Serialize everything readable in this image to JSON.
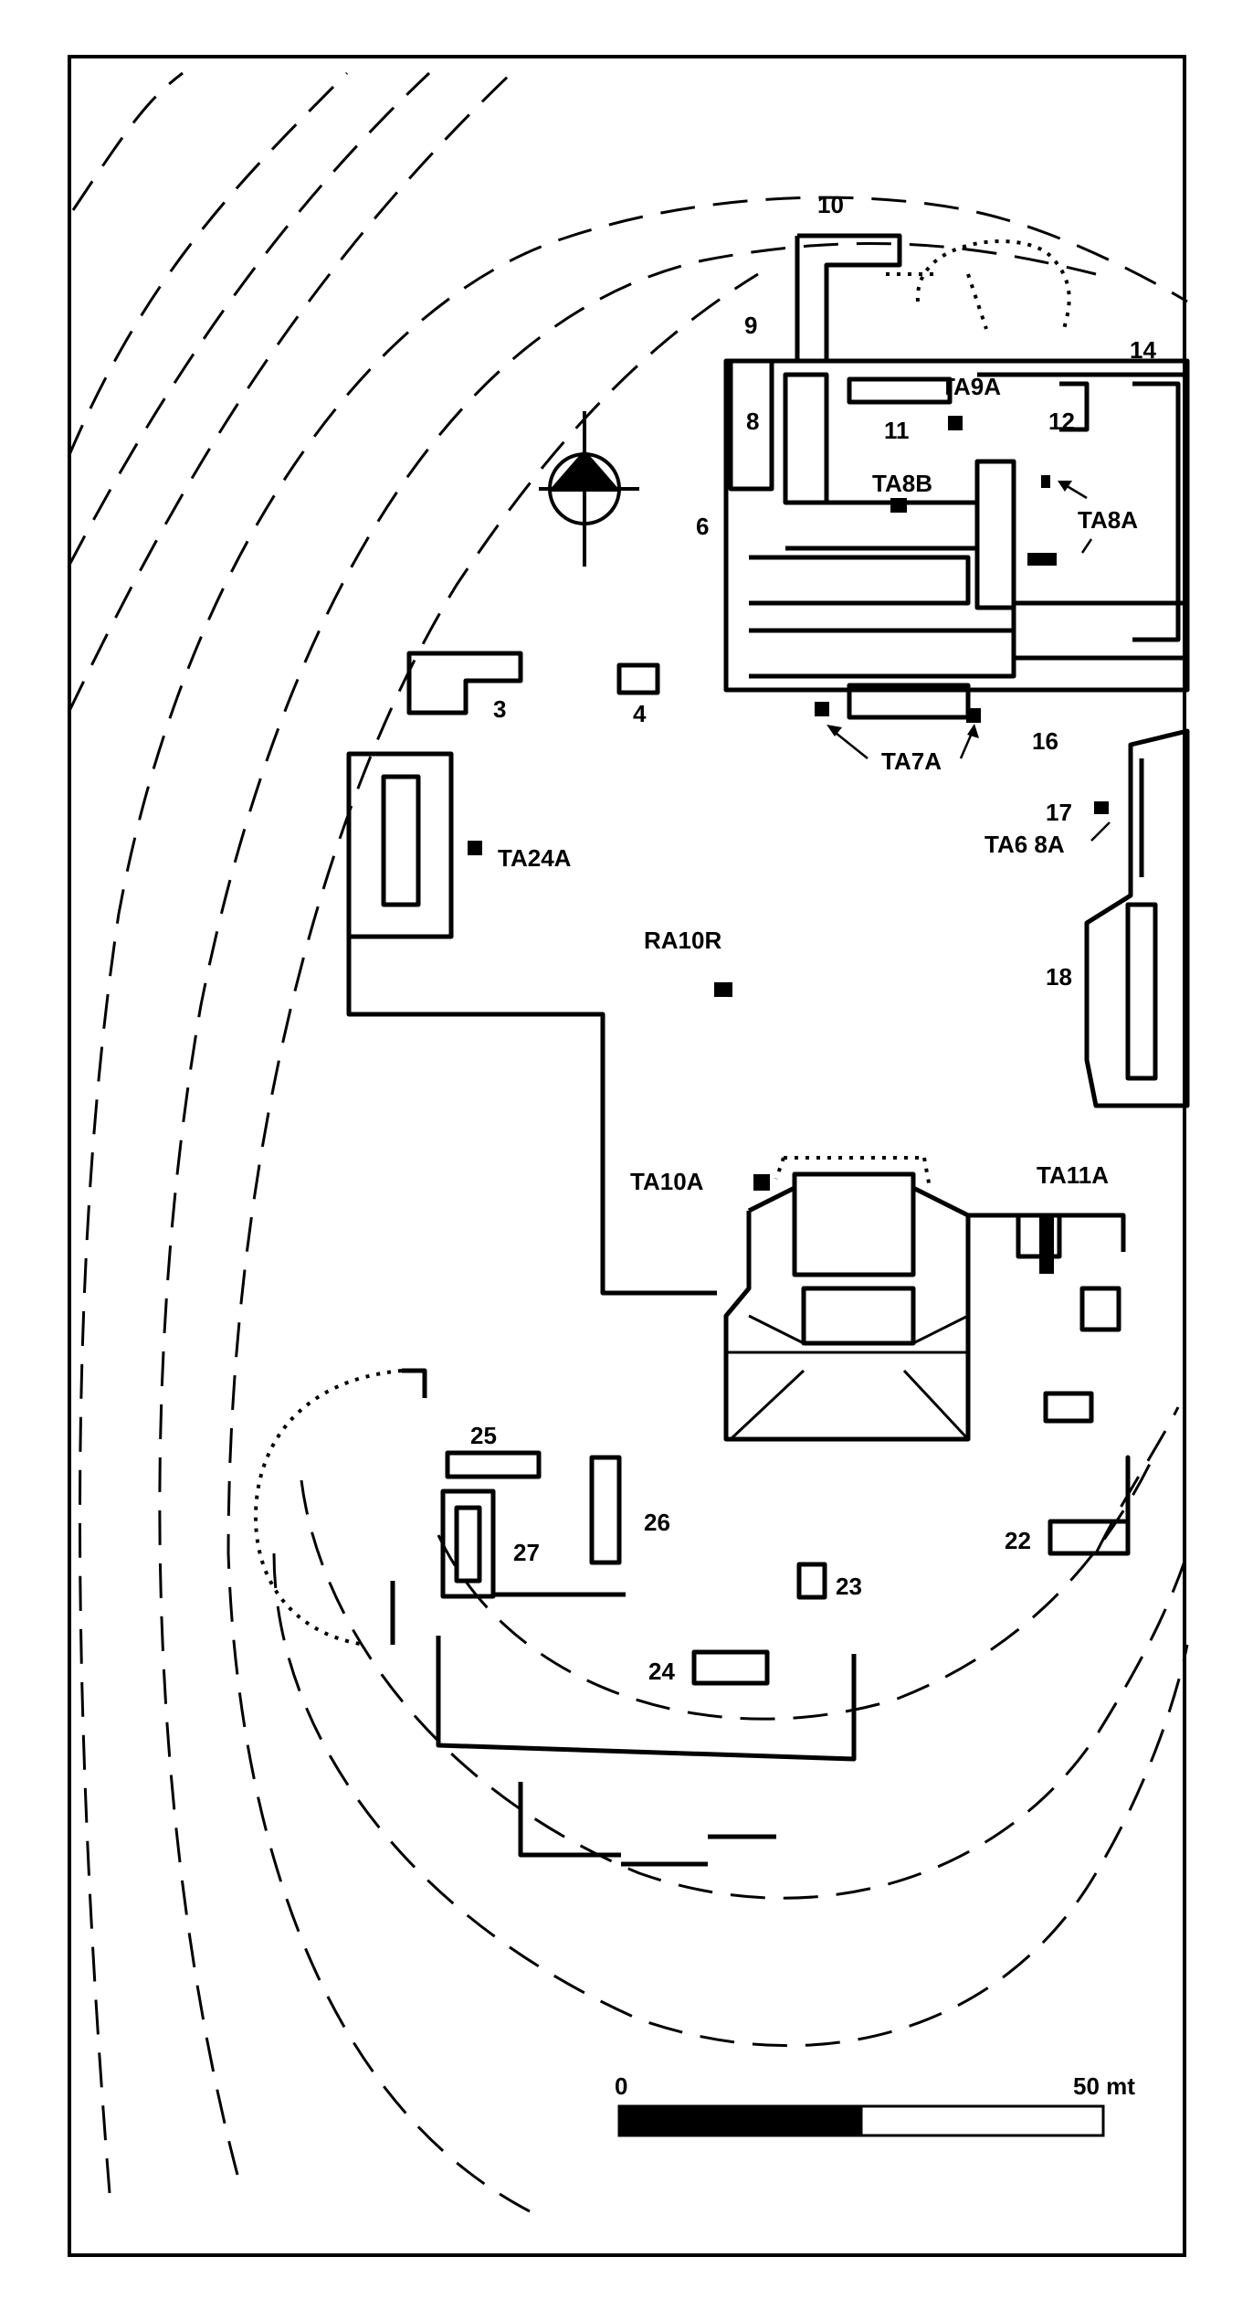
{
  "map": {
    "structures": {
      "s3": "3",
      "s4": "4",
      "s6": "6",
      "s8": "8",
      "s9": "9",
      "s10": "10",
      "s11": "11",
      "s12": "12",
      "s14": "14",
      "s16": "16",
      "s17": "17",
      "s18": "18",
      "s22": "22",
      "s23": "23",
      "s24": "24",
      "s25": "25",
      "s26": "26",
      "s27": "27"
    },
    "units": {
      "ta9a": "TA9A",
      "ta8b": "TA8B",
      "ta8a": "TA8A",
      "ta7a": "TA7A",
      "ta68a": "TA6 8A",
      "ta24a": "TA24A",
      "ra10r": "RA10R",
      "ta10a": "TA10A",
      "ta11a": "TA11A"
    },
    "scale": {
      "start": "0",
      "end": "50 mt"
    },
    "colors": {
      "ink": "#000000",
      "paper": "#ffffff"
    },
    "north_icon": "north-arrow-icon"
  }
}
